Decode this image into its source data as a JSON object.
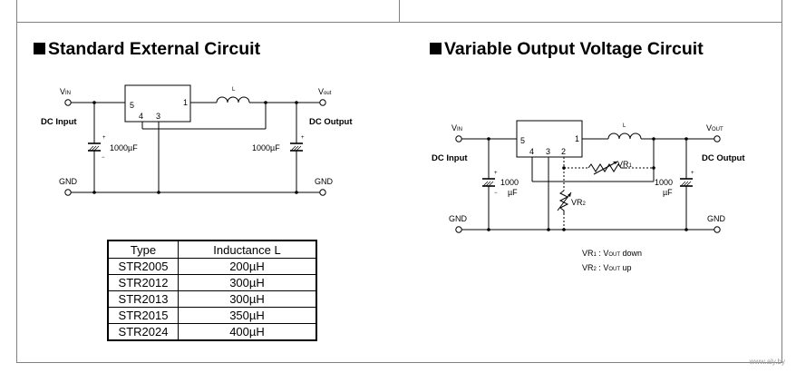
{
  "left_section": {
    "title": "Standard External Circuit",
    "circuit": {
      "vin": "V",
      "vin_sub": "IN",
      "vout": "V",
      "vout_sub": "out",
      "dc_input": "DC Input",
      "dc_output": "DC Output",
      "gnd_left": "GND",
      "gnd_right": "GND",
      "pin5": "5",
      "pin1": "1",
      "pin4": "4",
      "pin3": "3",
      "inductor": "L",
      "cap_left": "1000µF",
      "cap_right": "1000µF",
      "plus": "+",
      "minus": "−"
    },
    "table": {
      "headers": [
        "Type",
        "Inductance L"
      ],
      "rows": [
        [
          "STR2005",
          "200µH"
        ],
        [
          "STR2012",
          "300µH"
        ],
        [
          "STR2013",
          "300µH"
        ],
        [
          "STR2015",
          "350µH"
        ],
        [
          "STR2024",
          "400µH"
        ]
      ]
    }
  },
  "right_section": {
    "title": "Variable Output Voltage Circuit",
    "circuit": {
      "vin": "V",
      "vin_sub": "IN",
      "vout": "V",
      "vout_sub": "OUT",
      "dc_input": "DC Input",
      "dc_output": "DC Output",
      "gnd_left": "GND",
      "gnd_right": "GND",
      "pin5": "5",
      "pin1": "1",
      "pin4": "4",
      "pin3": "3",
      "pin2": "2",
      "inductor": "L",
      "vr1": "VR",
      "vr1_sub": "1",
      "vr2": "VR",
      "vr2_sub": "2",
      "cap_left_1": "1000",
      "cap_left_2": "µF",
      "cap_right_1": "1000",
      "cap_right_2": "µF",
      "plus": "+",
      "minus": "−"
    },
    "notes": [
      {
        "pre": "VR",
        "sub": "1",
        "sep": " : V",
        "sub2": "OUT",
        "post": " down"
      },
      {
        "pre": "VR",
        "sub": "2",
        "sep": " : V",
        "sub2": "OUT",
        "post": " up"
      }
    ]
  },
  "watermark": "www.aly.by"
}
